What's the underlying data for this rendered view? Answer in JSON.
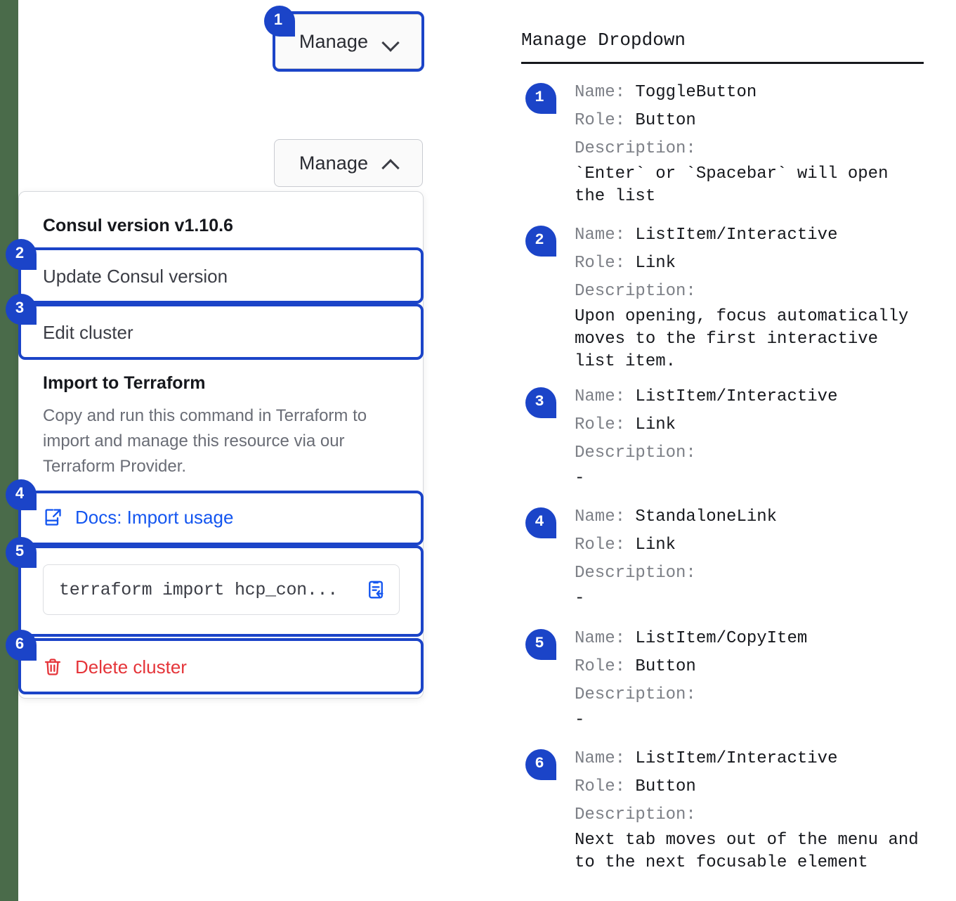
{
  "page_edge_color": "#4a6b4a",
  "accent_blue": "#1b44c8",
  "link_blue": "#1456f0",
  "danger_red": "#e5353a",
  "left": {
    "collapsed_button": {
      "label": "Manage",
      "icon": "chevron-down-icon"
    },
    "expanded_button": {
      "label": "Manage",
      "icon": "chevron-up-icon"
    },
    "dropdown": {
      "header": "Consul version v1.10.6",
      "update_item": "Update Consul version",
      "edit_item": "Edit cluster",
      "terraform": {
        "title": "Import to Terraform",
        "description": "Copy and run this command in Terraform to import and manage this resource via our Terraform Provider.",
        "docs_link": "Docs: Import usage",
        "docs_icon": "external-link-docs-icon",
        "command": "terraform import hcp_con...",
        "copy_icon": "clipboard-copy-icon"
      },
      "delete_item": "Delete cluster",
      "delete_icon": "trash-icon"
    },
    "badges": [
      "1",
      "2",
      "3",
      "4",
      "5",
      "6"
    ]
  },
  "right": {
    "title": "Manage Dropdown",
    "labels": {
      "name": "Name:",
      "role": "Role:",
      "description": "Description:"
    },
    "entries": [
      {
        "badge": "1",
        "name": "ToggleButton",
        "role": "Button",
        "description_lines": [
          "`Enter` or `Spacebar` will open",
          "the list"
        ]
      },
      {
        "badge": "2",
        "name": "ListItem/Interactive",
        "role": "Link",
        "description_lines": [
          "Upon opening, focus automatically",
          "moves to the first interactive",
          "list item."
        ]
      },
      {
        "badge": "3",
        "name": "ListItem/Interactive",
        "role": "Link",
        "description_lines": [
          "-"
        ]
      },
      {
        "badge": "4",
        "name": "StandaloneLink",
        "role": "Link",
        "description_lines": [
          "-"
        ]
      },
      {
        "badge": "5",
        "name": "ListItem/CopyItem",
        "role": "Button",
        "description_lines": [
          "-"
        ]
      },
      {
        "badge": "6",
        "name": "ListItem/Interactive",
        "role": "Button",
        "description_lines": [
          "Next tab moves out of the menu and",
          "to the next focusable element"
        ]
      }
    ]
  }
}
